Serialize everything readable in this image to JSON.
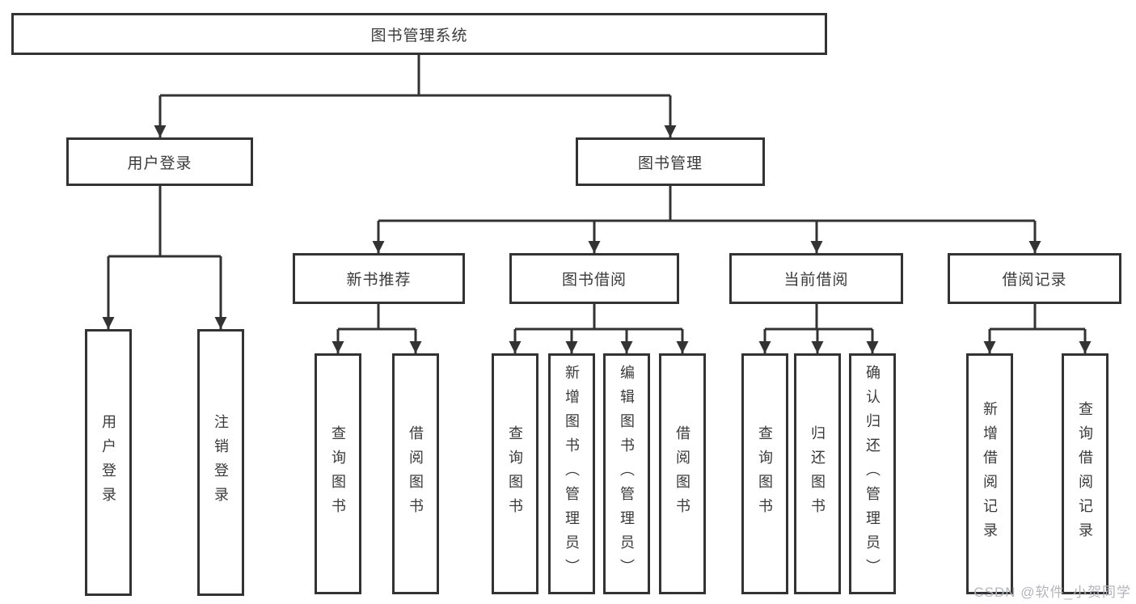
{
  "diagram": {
    "title": "图书管理系统",
    "nodes": {
      "root": "图书管理系统",
      "user_login": "用户登录",
      "book_management": "图书管理",
      "new_book_recommend": "新书推荐",
      "book_borrow": "图书借阅",
      "current_borrow": "当前借阅",
      "borrow_records": "借阅记录",
      "leaves": {
        "login": [
          "用户登录",
          "注销登录"
        ],
        "recommend": [
          "查询图书",
          "借阅图书"
        ],
        "borrow": [
          "查询图书",
          "新增图书（管理员）",
          "编辑图书（管理员）",
          "借阅图书"
        ],
        "current": [
          "查询图书",
          "归还图书",
          "确认归还（管理员）"
        ],
        "records": [
          "新增借阅记录",
          "查询借阅记录"
        ]
      }
    },
    "colors": {
      "line": "#333333",
      "border": "#333333",
      "text": "#3a3a3a",
      "background": "#ffffff",
      "watermark": "#b4b4bc"
    },
    "watermark": "CSDN @软件_小贺同学"
  }
}
